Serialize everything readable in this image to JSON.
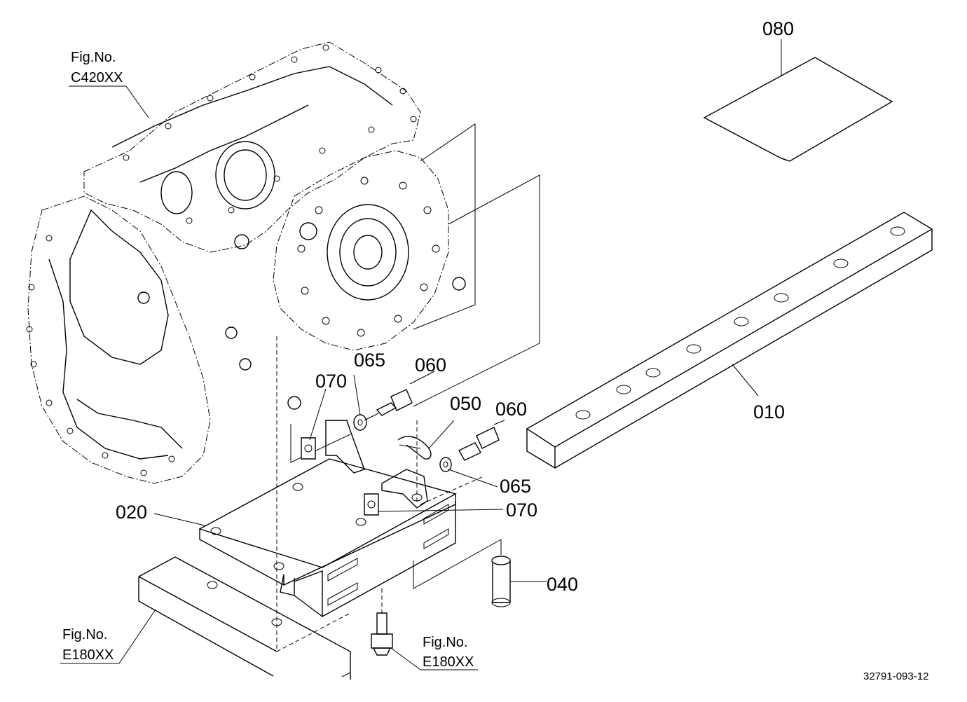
{
  "parts": {
    "p080": "080",
    "p010": "010",
    "p020": "020",
    "p040": "040",
    "p050": "050",
    "p060a": "060",
    "p060b": "060",
    "p065a": "065",
    "p065b": "065",
    "p070a": "070",
    "p070b": "070"
  },
  "refs": {
    "c420_fig": "Fig.No.",
    "c420_no": "C420XX",
    "e180a_fig": "Fig.No.",
    "e180a_no": "E180XX",
    "e180b_fig": "Fig.No.",
    "e180b_no": "E180XX"
  },
  "drawing_code": "32791-093-12"
}
